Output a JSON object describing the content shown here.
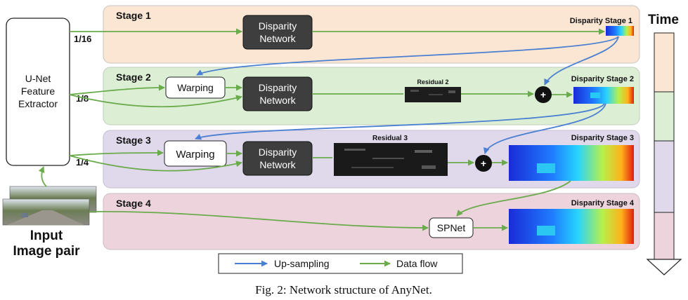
{
  "stages": [
    {
      "label": "Stage 1",
      "color": "#fbe5d3",
      "output_label": "Disparity Stage 1",
      "resolution": "1/16"
    },
    {
      "label": "Stage 2",
      "color": "#dcefd5",
      "output_label": "Disparity Stage 2",
      "resolution": "1/8",
      "residual_label": "Residual 2"
    },
    {
      "label": "Stage 3",
      "color": "#e0d9ec",
      "output_label": "Disparity Stage 3",
      "resolution": "1/4",
      "residual_label": "Residual 3"
    },
    {
      "label": "Stage 4",
      "color": "#ecd3dc",
      "output_label": "Disparity Stage 4"
    }
  ],
  "blocks": {
    "extractor": [
      "U-Net",
      "Feature",
      "Extractor"
    ],
    "disparity_network": [
      "Disparity",
      "Network"
    ],
    "warping": "Warping",
    "spnet": "SPNet",
    "plus": "+"
  },
  "input": {
    "line1": "Input",
    "line2": "Image pair"
  },
  "time_label": "Time",
  "time_bar_colors": [
    "#fbe5d3",
    "#dcefd5",
    "#e0d9ec",
    "#ecd3dc"
  ],
  "legend": [
    {
      "label": "Up-sampling",
      "color": "#4a7fd1"
    },
    {
      "label": "Data flow",
      "color": "#6aab4c"
    }
  ],
  "caption": "Fig. 2: Network structure of AnyNet."
}
